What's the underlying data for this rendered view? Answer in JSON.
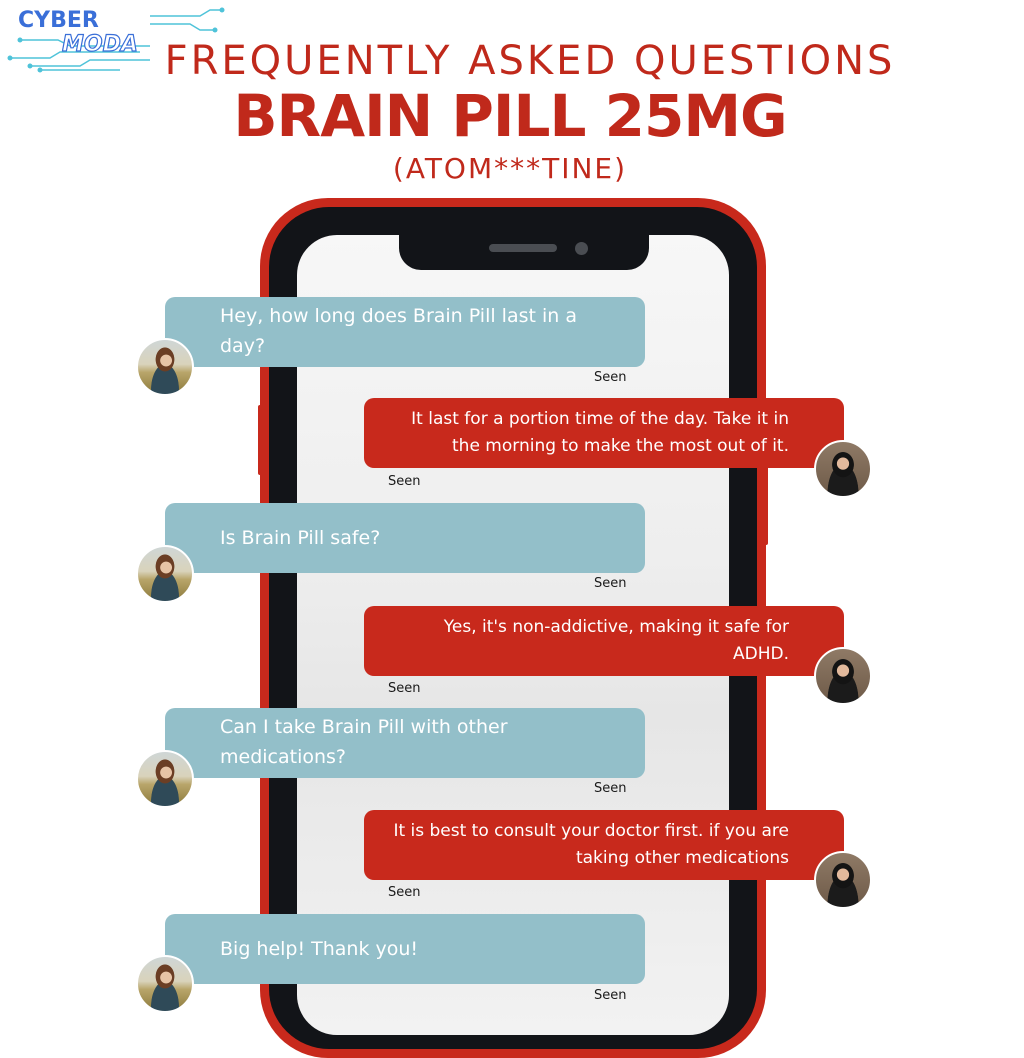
{
  "logo": {
    "line1": "CYBER",
    "line2": "MODA"
  },
  "header": {
    "faq_title": "FREQUENTLY ASKED QUESTIONS",
    "product_title": "BRAIN PILL 25MG",
    "product_subtitle": "(ATOM***TINE)"
  },
  "colors": {
    "brand_red": "#c0291b",
    "question_bubble": "#93bfc9",
    "answer_bubble": "#c8291c",
    "phone_body": "#121418"
  },
  "chat": {
    "messages": [
      {
        "from": "customer",
        "text": "Hey, how long does Brain Pill last in a day?",
        "status": "Seen"
      },
      {
        "from": "pharmacist",
        "text": "It last for a portion time of the day. Take it in the morning to make the most out of it.",
        "status": "Seen"
      },
      {
        "from": "customer",
        "text": "Is Brain Pill safe?",
        "status": "Seen"
      },
      {
        "from": "pharmacist",
        "text": "Yes, it's non-addictive, making it safe for ADHD.",
        "status": "Seen"
      },
      {
        "from": "customer",
        "text": "Can I take Brain Pill with other medications?",
        "status": "Seen"
      },
      {
        "from": "pharmacist",
        "text": "It is best to consult your doctor first. if you are taking other medications",
        "status": "Seen"
      },
      {
        "from": "customer",
        "text": "Big help! Thank you!",
        "status": "Seen"
      }
    ]
  }
}
